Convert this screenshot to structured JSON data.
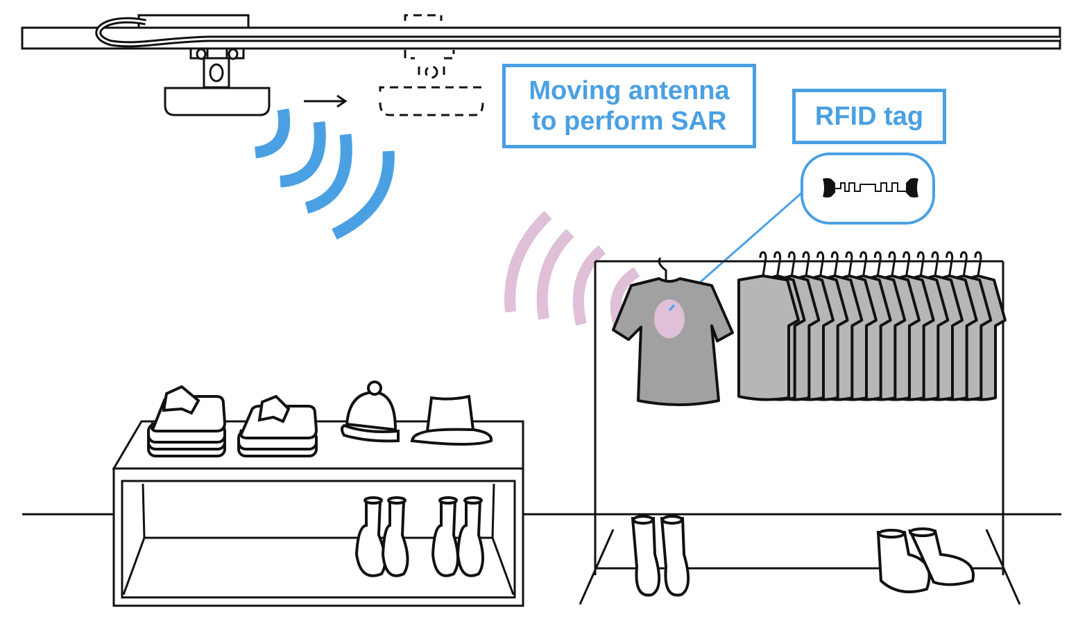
{
  "diagram": {
    "title": "RFID SAR retail store scene",
    "labels": {
      "moving_antenna": [
        "Moving antenna",
        "to perform SAR"
      ],
      "rfid_tag": "RFID tag"
    },
    "colors": {
      "antenna_wave": "#4aa0e3",
      "tag_wave": "#e0bfd8",
      "label_border": "#4aa0e3",
      "label_text": "#4aa0e3",
      "tagged_shirt": "#a0a1a0",
      "shirts": "#b5b6b6",
      "outline": "#111111"
    },
    "elements": {
      "antenna": "ceiling-rail-antenna",
      "antenna_ghost": "dashed-future-position",
      "motion_arrow": "right-arrow",
      "shirt_count_on_rack": 16,
      "table_items": [
        "folded-shirt-stack",
        "folded-shirt-stack",
        "beanie-hat",
        "fedora-hat",
        "boots",
        "boots"
      ],
      "floor_items": [
        "boots",
        "shoes"
      ]
    }
  }
}
